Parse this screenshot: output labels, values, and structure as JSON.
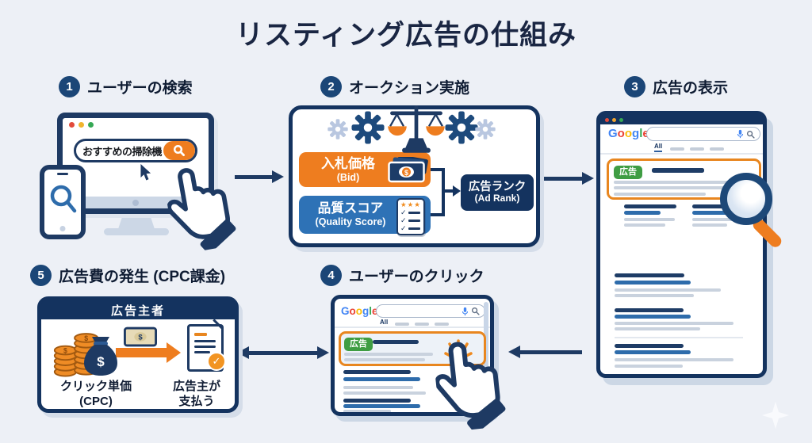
{
  "title": "リスティング広告の仕組み",
  "steps": [
    {
      "num": "1",
      "label": "ユーザーの検索"
    },
    {
      "num": "2",
      "label": "オークション実施"
    },
    {
      "num": "3",
      "label": "広告の表示"
    },
    {
      "num": "4",
      "label": "ユーザーのクリック"
    },
    {
      "num": "5",
      "label": "広告費の発生 (CPC課金)"
    }
  ],
  "step1": {
    "search_query": "おすすめの掃除機"
  },
  "step2": {
    "bid_label": "入札価格",
    "bid_sub": "(Bid)",
    "quality_label": "品質スコア",
    "quality_sub": "(Quality Score)",
    "adrank_label": "広告ランク",
    "adrank_sub": "(Ad Rank)",
    "stars": "★★★",
    "check": "✓"
  },
  "google_letters": [
    "G",
    "o",
    "o",
    "g",
    "l",
    "e"
  ],
  "browser": {
    "tab_label": "All",
    "ad_badge": "広告"
  },
  "step5": {
    "box_title": "広告主者",
    "cpc_label": "クリック単価",
    "cpc_sub": "(CPC)",
    "payer_line1": "広告主が",
    "payer_line2": "支払う",
    "pay_check": "✓"
  },
  "currency_symbol": "$",
  "colors": {
    "navy": "#1e3a63",
    "dark_navy": "#14335f",
    "orange": "#ee7d1f",
    "green": "#3f9d43",
    "blue": "#2e72b6",
    "background": "#edf0f6"
  }
}
